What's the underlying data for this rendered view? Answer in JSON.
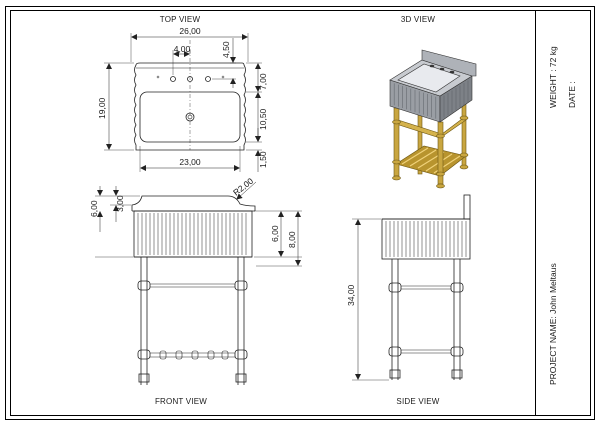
{
  "views": {
    "top": "TOP VIEW",
    "iso": "3D VIEW",
    "front": "FRONT VIEW",
    "side": "SIDE VIEW"
  },
  "title_block": {
    "weight": "WEIGHT : 72 kg",
    "date": "DATE :",
    "project": "PROJECT NAME: John Meltaus"
  },
  "dimensions": {
    "top": {
      "overall_width": "26,00",
      "tap_spacing": "4,00",
      "back_depth": "4,50",
      "tap_to_edge": "7,00",
      "overall_depth": "19,00",
      "basin_depth": "10,50",
      "front_lip": "1,50",
      "basin_width": "23,00"
    },
    "front": {
      "left_height": "6,00",
      "back_lip": "3,00",
      "radius": "R2,00",
      "apron_height": "6,00",
      "overall_height": "8,00"
    },
    "side": {
      "stand_height": "34,00"
    }
  },
  "colors": {
    "line": "#222222",
    "frame": "#000000",
    "brass": "#c9a640",
    "basin": "#8d9096"
  }
}
